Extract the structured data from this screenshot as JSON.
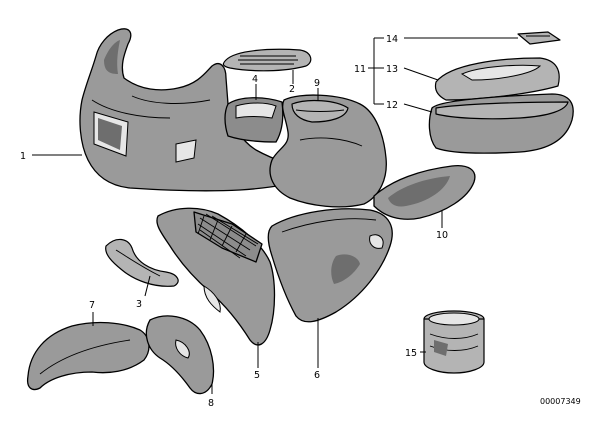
{
  "callouts": {
    "c1": "1",
    "c2": "2",
    "c3": "3",
    "c4": "4",
    "c5": "5",
    "c6": "6",
    "c7": "7",
    "c8": "8",
    "c9": "9",
    "c10": "10",
    "c11": "11",
    "c12": "12",
    "c13": "13",
    "c14": "14",
    "c15": "15"
  },
  "document_id": "00007349"
}
